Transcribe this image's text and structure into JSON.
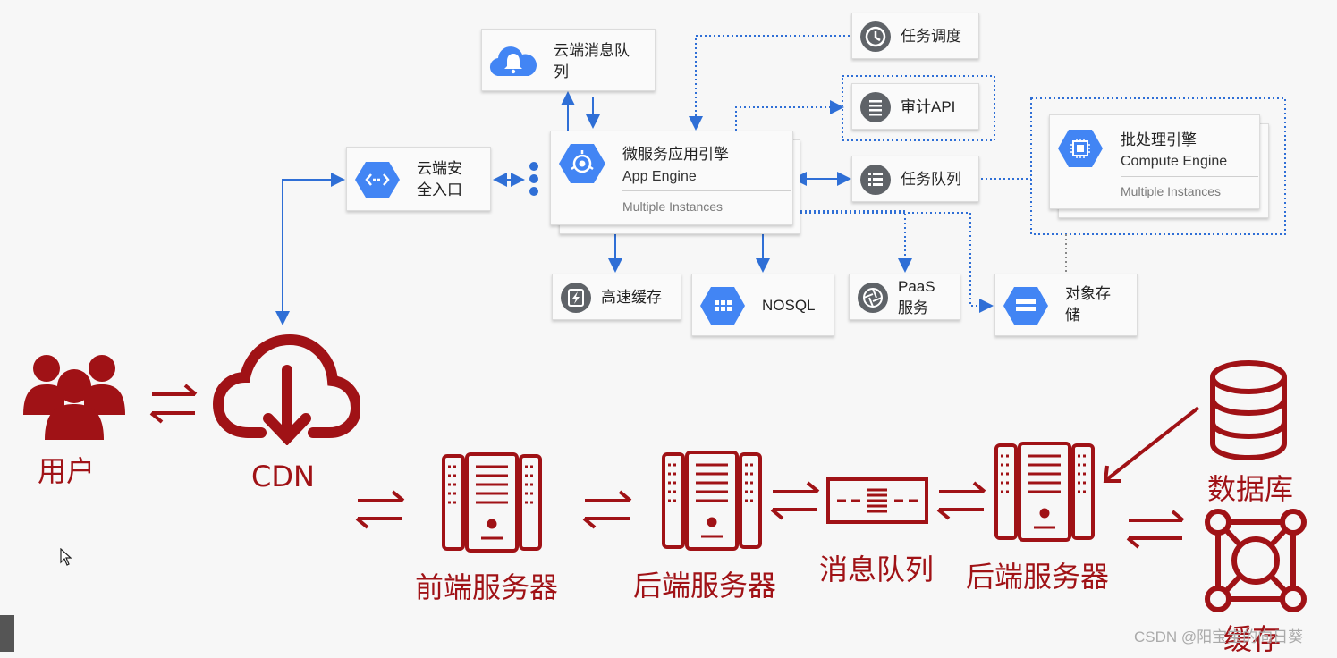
{
  "cloud_nodes": {
    "message_queue": "云端消息队\n列",
    "scheduler": "任务调度",
    "audit_api": "审计API",
    "security_gateway": "云端安\n全入口",
    "app_engine_title": "微服务应用引擎",
    "app_engine_sub": "App Engine",
    "app_engine_instances": "Multiple Instances",
    "task_queue": "任务队列",
    "batch_title": "批处理引擎",
    "batch_sub": "Compute Engine",
    "batch_instances": "Multiple Instances",
    "cache": "高速缓存",
    "nosql": "NOSQL",
    "paas": "PaaS\n服务",
    "object_storage": "对象存\n储"
  },
  "flow": {
    "users": "用户",
    "cdn": "CDN",
    "frontend_server": "前端服务器",
    "backend_server_1": "后端服务器",
    "message_queue": "消息队列",
    "backend_server_2": "后端服务器",
    "database": "数据库",
    "cache": "缓存"
  },
  "watermark": "CSDN @阳宝宝的向日葵",
  "colors": {
    "accent_blue": "#2f6fd6",
    "flow_red": "#a01216",
    "gcp_blue": "#4285f4"
  }
}
